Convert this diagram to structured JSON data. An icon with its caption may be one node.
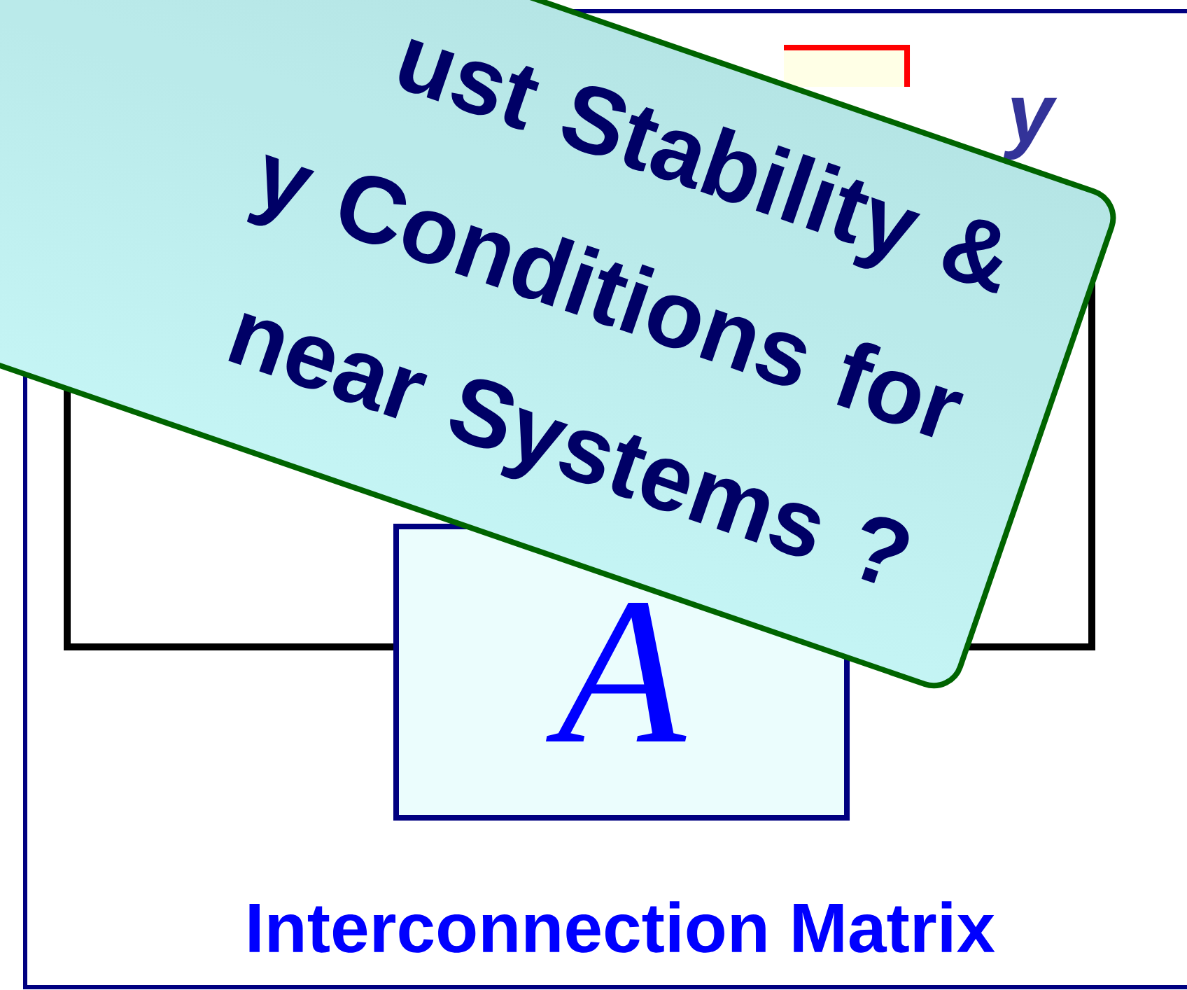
{
  "diagram": {
    "nodes": [
      {
        "text": [
          "ust Stability &",
          "y Conditions for",
          "near Systems ?"
        ]
      },
      {
        "text": [],
        "shape": "box"
      },
      {
        "text": [
          "A"
        ]
      }
    ],
    "edges": [
      {
        "from": 2,
        "to": 1,
        "arrow": "none"
      },
      {
        "from": 2,
        "to": 1,
        "arrow": "none"
      }
    ],
    "labels": [
      "y",
      "Interconnection Matrix"
    ]
  }
}
